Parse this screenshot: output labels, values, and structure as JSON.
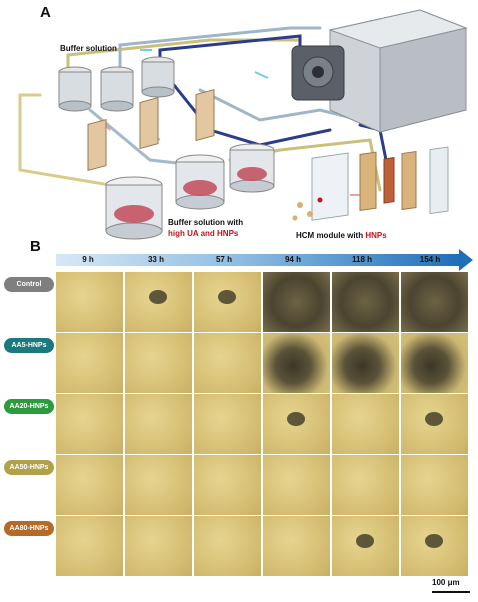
{
  "panel_a": {
    "letter": "A",
    "labels": {
      "buffer_solution": "Buffer solution",
      "buffer_with": "Buffer solution with",
      "high_ua_hnps": "high UA and HNPs",
      "hcm_module": "HCM module with",
      "hnps": "HNPs"
    }
  },
  "panel_b": {
    "letter": "B",
    "timepoints": [
      "9 h",
      "33 h",
      "57 h",
      "94 h",
      "118 h",
      "154 h"
    ],
    "rows": [
      {
        "label": "Control",
        "color": "#7f7f7f"
      },
      {
        "label": "AA5-HNPs",
        "color": "#1b7a7d"
      },
      {
        "label": "AA20-HNPs",
        "color": "#2e9a3f"
      },
      {
        "label": "AA50-HNPs",
        "color": "#b1a24a"
      },
      {
        "label": "AA80-HNPs",
        "color": "#b56a25"
      }
    ],
    "scale_bar": "100 μm"
  },
  "colors": {
    "micrograph_base": "#d9c47a",
    "aggregate": "#3a3526",
    "pump_body": "#cfd3d8"
  }
}
